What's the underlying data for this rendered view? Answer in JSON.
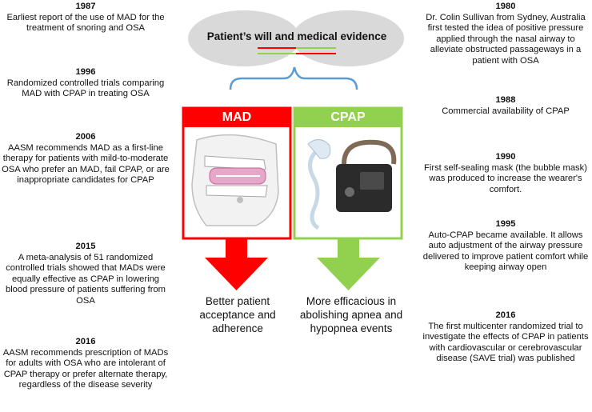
{
  "center": {
    "title": "Patient’s will and medical evidence",
    "mad_label": "MAD",
    "cpap_label": "CPAP",
    "mad_outcome": "Better patient acceptance and adherence",
    "cpap_outcome": "More efficacious in abolishing apnea and hypopnea events",
    "colors": {
      "mad": "#ff0000",
      "cpap": "#92d050",
      "bracket": "#5b9bd5",
      "ellipse": "#d9d9d9"
    }
  },
  "mad_timeline": [
    {
      "year": "1987",
      "text": "Earliest report of the use of MAD for the treatment of snoring and OSA"
    },
    {
      "year": "1996",
      "text": "Randomized controlled trials comparing MAD with CPAP in treating OSA"
    },
    {
      "year": "2006",
      "text": "AASM recommends MAD as a first-line therapy for patients with mild-to-moderate OSA who prefer an MAD, fail CPAP, or are inappropriate candidates for CPAP"
    },
    {
      "year": "2015",
      "text": "A meta-analysis of 51 randomized controlled trials showed that MADs were equally effective as CPAP in lowering blood pressure of patients suffering from OSA"
    },
    {
      "year": "2016",
      "text": "AASM recommends prescription of MADs for adults with OSA who are intolerant of CPAP therapy or prefer alternate therapy, regardless of the disease severity"
    }
  ],
  "cpap_timeline": [
    {
      "year": "1980",
      "text": "Dr. Colin Sullivan from Sydney, Australia first tested the idea of positive pressure applied through the nasal airway to alleviate obstructed passageways in a patient with OSA"
    },
    {
      "year": "1988",
      "text": "Commercial availability of CPAP"
    },
    {
      "year": "1990",
      "text": "First self-sealing mask (the bubble mask) was produced to increase the wearer's comfort."
    },
    {
      "year": "1995",
      "text": "Auto-CPAP became available.  It allows auto adjustment of the airway pressure delivered to improve patient comfort while keeping airway open"
    },
    {
      "year": "2016",
      "text": "The first multicenter randomized trial to investigate the effects of CPAP in patients with cardiovascular or cerebrovascular disease (SAVE trial) was published"
    }
  ]
}
